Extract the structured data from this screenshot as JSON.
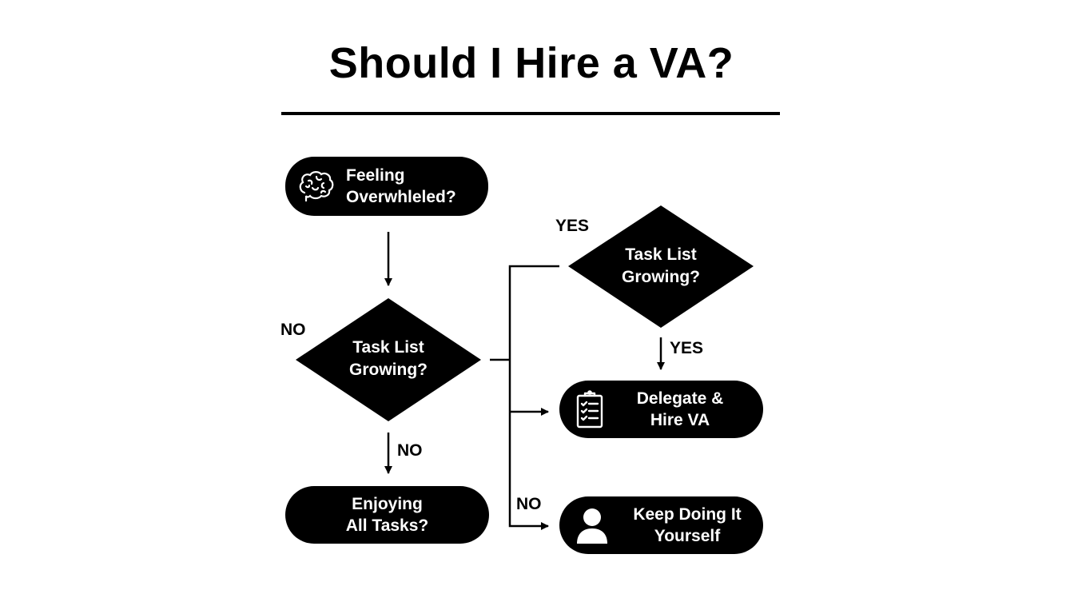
{
  "title": "Should I Hire a VA?",
  "colors": {
    "shape_fill": "#000000",
    "shape_text": "#ffffff",
    "background": "#ffffff",
    "line": "#000000"
  },
  "nodes": {
    "start": {
      "line1": "Feeling",
      "line2": "Overwhleled?",
      "icon": "brain-icon"
    },
    "decision_left": {
      "line1": "Task List",
      "line2": "Growing?"
    },
    "decision_right": {
      "line1": "Task List",
      "line2": "Growing?"
    },
    "delegate": {
      "line1": "Delegate &",
      "line2": "Hire VA",
      "icon": "clipboard-checklist-icon"
    },
    "enjoying": {
      "line1": "Enjoying",
      "line2": "All Tasks?"
    },
    "keep": {
      "line1": "Keep Doing It",
      "line2": "Yourself",
      "icon": "user-icon"
    }
  },
  "labels": {
    "no_left": "NO",
    "yes_top": "YES",
    "yes_down": "YES",
    "no_down": "NO",
    "no_bottom": "NO"
  }
}
